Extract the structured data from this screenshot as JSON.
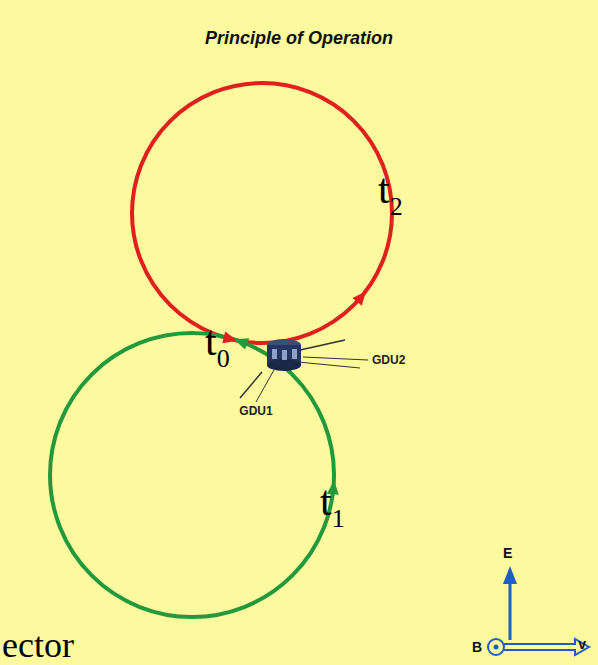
{
  "diagram": {
    "title": "Principle of Operation",
    "labels": [
      "t2",
      "t0",
      "GDU2",
      "GDU1",
      "t1",
      "E",
      "B",
      "v",
      "ector"
    ]
  }
}
